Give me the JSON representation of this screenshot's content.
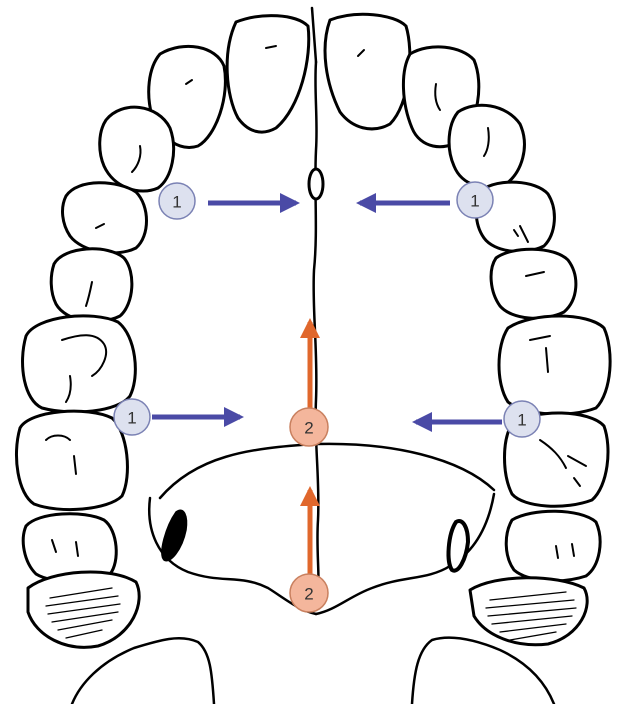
{
  "markers": [
    {
      "id": "m1a",
      "label": "1",
      "kind": "transverse"
    },
    {
      "id": "m1b",
      "label": "1",
      "kind": "transverse"
    },
    {
      "id": "m1c",
      "label": "1",
      "kind": "transverse"
    },
    {
      "id": "m1d",
      "label": "1",
      "kind": "transverse"
    },
    {
      "id": "m2a",
      "label": "2",
      "kind": "sagittal"
    },
    {
      "id": "m2b",
      "label": "2",
      "kind": "sagittal"
    }
  ],
  "colors": {
    "transverse_arrow": "#4a4aa6",
    "transverse_badge_fill": "#dde1ef",
    "transverse_badge_stroke": "#7b82b4",
    "sagittal_arrow": "#e0672c",
    "sagittal_badge_fill": "#f4b69c",
    "sagittal_badge_stroke": "#c9805f"
  }
}
